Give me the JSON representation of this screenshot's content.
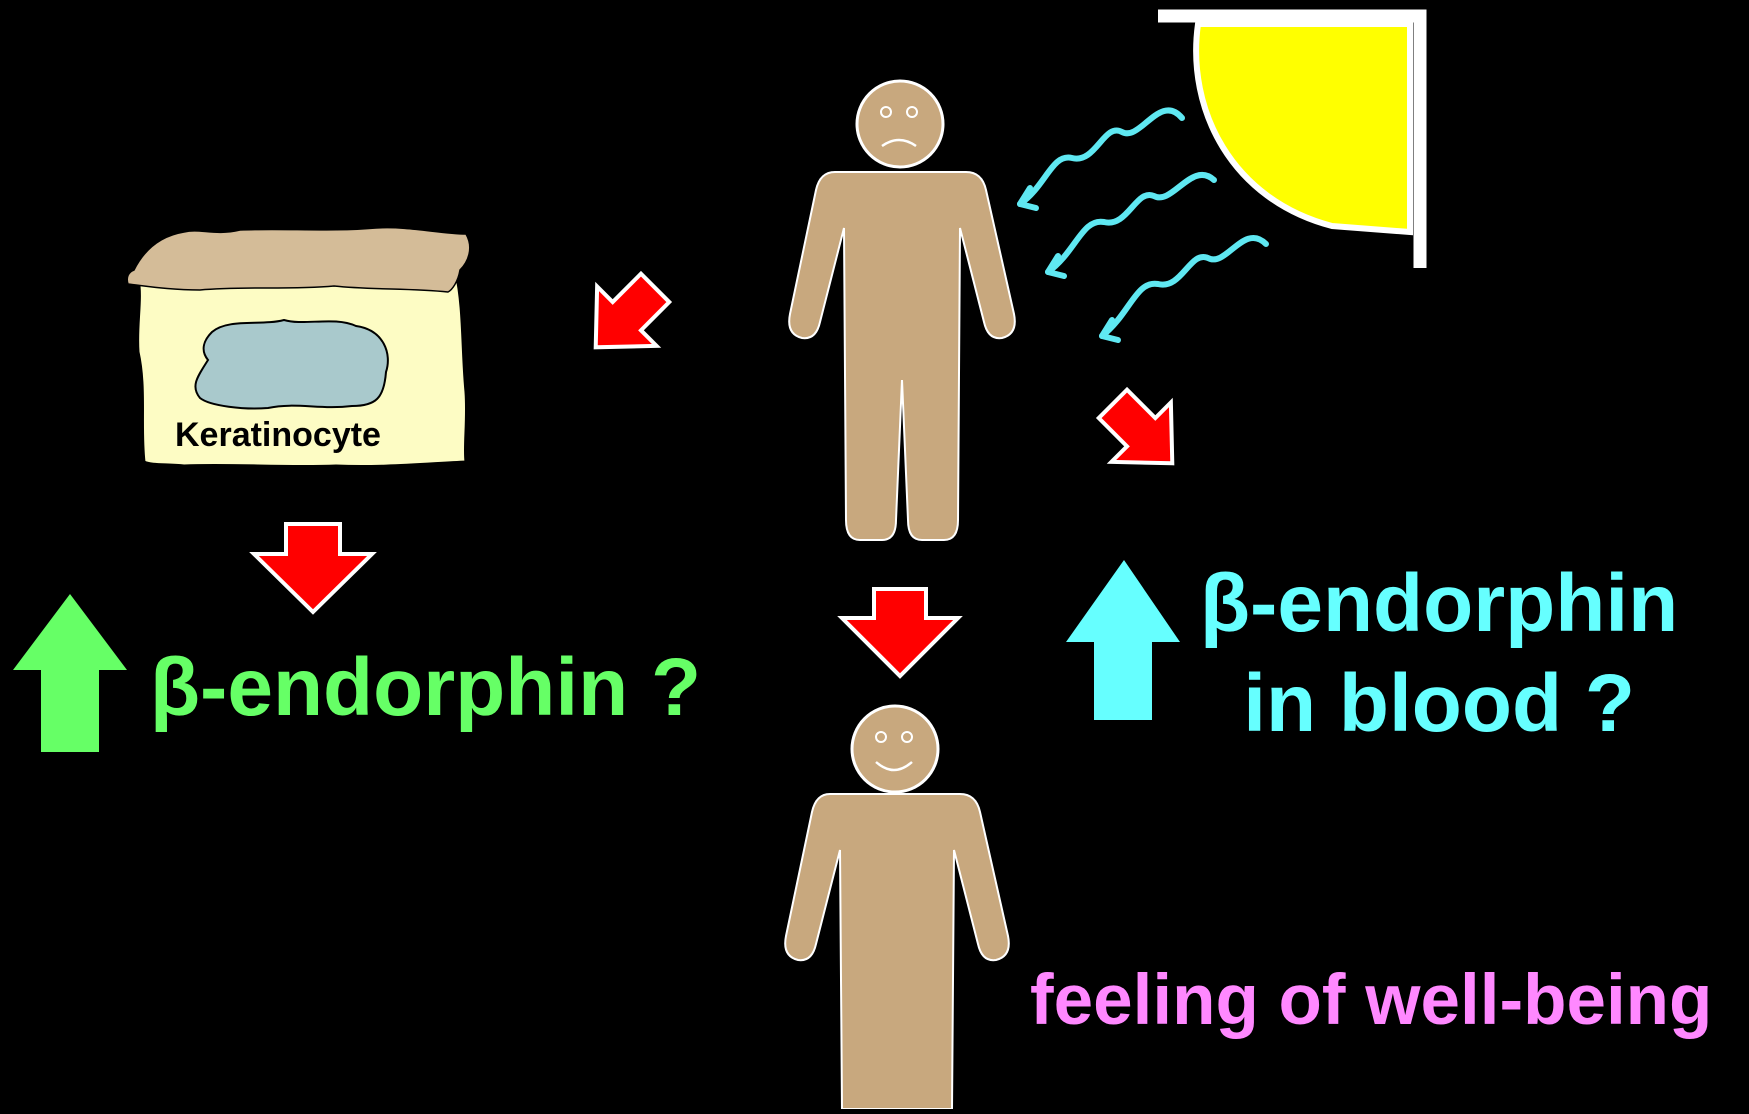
{
  "cell": {
    "label": "Keratinocyte"
  },
  "left_effect": {
    "text": "β-endorphin ?"
  },
  "right_effect": {
    "line1": "β-endorphin",
    "line2": "in blood ?"
  },
  "outcome": {
    "text": "feeling of well-being"
  },
  "colors": {
    "background": "#000000",
    "sun": "#ffff00",
    "uv_rays": "#5fe8f2",
    "red_arrow": "#ff0000",
    "skin": "#c8a87e",
    "cell_cytoplasm": "#fdfcc4",
    "cell_top_layer": "#d4bc98",
    "nucleus": "#a9c9cc",
    "green": "#66ff66",
    "cyan": "#66ffff",
    "pink": "#ff88ff"
  }
}
